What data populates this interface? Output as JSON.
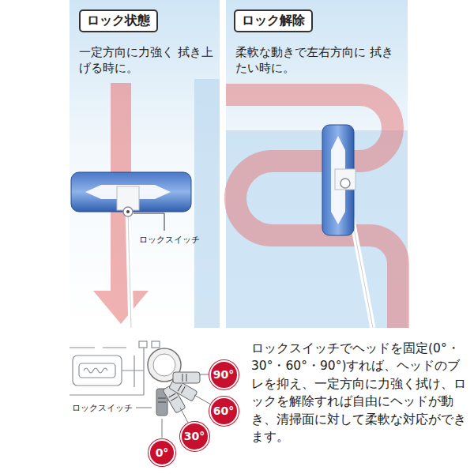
{
  "diagram": {
    "nodes": [
      {
        "text": [
          "一定方向に力強く 拭き上げる時に。"
        ]
      },
      {
        "text": [
          "ロック状態"
        ],
        "in": 0
      },
      {
        "text": [
          "柔軟な動きで左右方向に 拭きたい時に。"
        ]
      },
      {
        "text": [
          "ロック解除"
        ],
        "in": 2
      },
      {
        "text": [
          "90°"
        ]
      },
      {
        "text": [
          "60°"
        ]
      },
      {
        "text": [
          "30°"
        ]
      },
      {
        "text": [
          "0°"
        ]
      }
    ],
    "labels": [
      "ロックスイッチ",
      "ロックスイッチ",
      "ロックスイッチでヘッドを固定(0°・30°・60°・90°)すれば、ヘッドのブレを抑え、一定方向に力強く拭け、ロックを解除すれば自由にヘッドが動き、清掃面に対して柔軟な対応ができます。"
    ]
  }
}
